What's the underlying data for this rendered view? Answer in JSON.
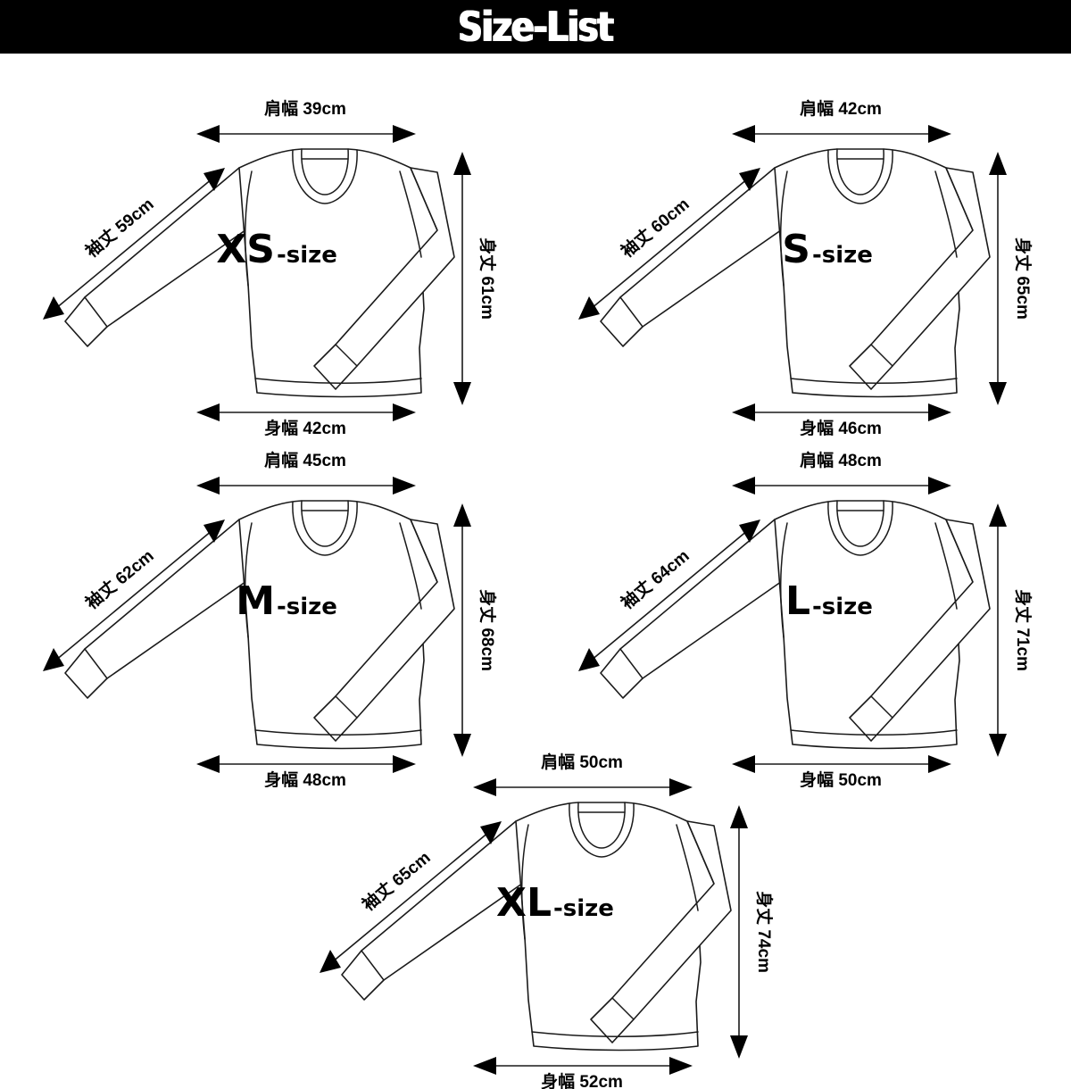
{
  "header": {
    "title": "Size-List",
    "background_color": "#000000",
    "text_color": "#ffffff"
  },
  "labels": {
    "shoulder_label": "肩幅",
    "sleeve_label": "袖丈",
    "body_length_label": "身丈",
    "body_width_label": "身幅",
    "unit": "cm",
    "size_suffix": "-size"
  },
  "chart_data": {
    "type": "table",
    "title": "Size-List",
    "columns": [
      "size",
      "肩幅 (shoulder width)",
      "袖丈 (sleeve length)",
      "身丈 (body length)",
      "身幅 (body width)"
    ],
    "unit": "cm",
    "rows": [
      {
        "size": "XS",
        "shoulder": 39,
        "sleeve": 59,
        "length": 61,
        "width": 42
      },
      {
        "size": "S",
        "shoulder": 42,
        "sleeve": 60,
        "length": 65,
        "width": 46
      },
      {
        "size": "M",
        "shoulder": 45,
        "sleeve": 62,
        "length": 68,
        "width": 48
      },
      {
        "size": "L",
        "shoulder": 48,
        "sleeve": 64,
        "length": 71,
        "width": 50
      },
      {
        "size": "XL",
        "shoulder": 50,
        "sleeve": 65,
        "length": 74,
        "width": 52
      }
    ]
  },
  "panels": [
    {
      "size_main": "XS",
      "size_suffix": "-size",
      "shoulder_text": "肩幅 39cm",
      "sleeve_text": "袖丈 59cm",
      "length_text": "身丈 61cm",
      "width_text": "身幅 42cm"
    },
    {
      "size_main": "S",
      "size_suffix": "-size",
      "shoulder_text": "肩幅 42cm",
      "sleeve_text": "袖丈 60cm",
      "length_text": "身丈 65cm",
      "width_text": "身幅 46cm"
    },
    {
      "size_main": "M",
      "size_suffix": "-size",
      "shoulder_text": "肩幅 45cm",
      "sleeve_text": "袖丈 62cm",
      "length_text": "身丈 68cm",
      "width_text": "身幅 48cm"
    },
    {
      "size_main": "L",
      "size_suffix": "-size",
      "shoulder_text": "肩幅 48cm",
      "sleeve_text": "袖丈 64cm",
      "length_text": "身丈 71cm",
      "width_text": "身幅 50cm"
    },
    {
      "size_main": "XL",
      "size_suffix": "-size",
      "shoulder_text": "肩幅 50cm",
      "sleeve_text": "袖丈 65cm",
      "length_text": "身丈 74cm",
      "width_text": "身幅 52cm"
    }
  ]
}
